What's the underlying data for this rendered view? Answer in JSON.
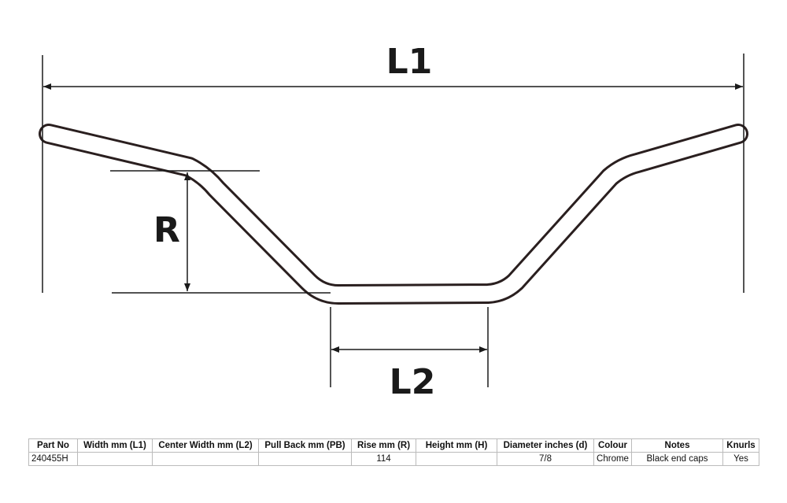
{
  "diagram": {
    "labels": {
      "l1": "L1",
      "r": "R",
      "l2": "L2"
    },
    "colors": {
      "line": "#1a1a1a",
      "tube": "#2a1f1f"
    }
  },
  "table": {
    "headers": [
      "Part No",
      "Width mm (L1)",
      "Center Width mm (L2)",
      "Pull Back mm (PB)",
      "Rise mm (R)",
      "Height mm (H)",
      "Diameter inches (d)",
      "Colour",
      "Notes",
      "Knurls"
    ],
    "rows": [
      [
        "240455H",
        "",
        "",
        "",
        "114",
        "",
        "7/8",
        "Chrome",
        "Black end caps",
        "Yes"
      ]
    ]
  }
}
